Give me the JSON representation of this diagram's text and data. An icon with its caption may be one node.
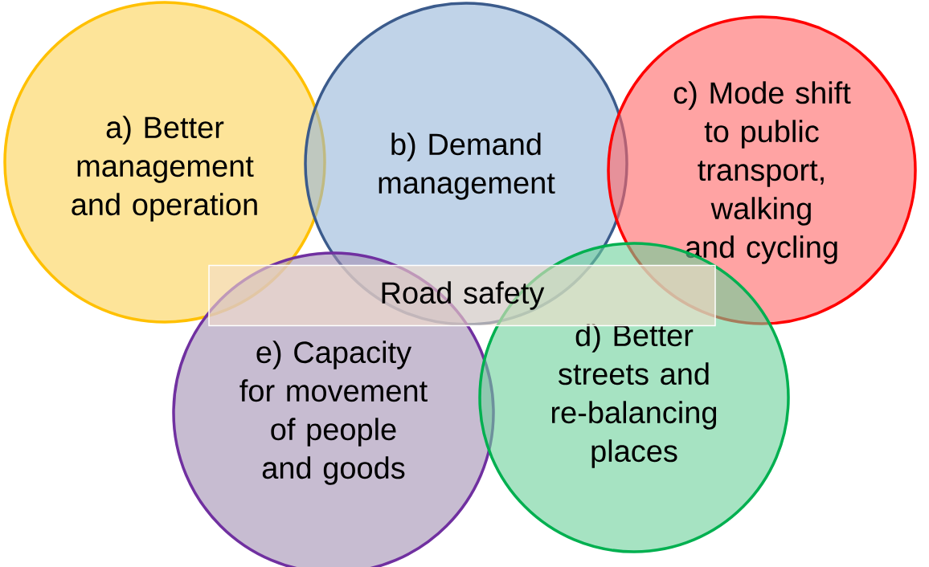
{
  "diagram": {
    "nodes": [
      {
        "text": [
          "a) Better management and operation"
        ]
      },
      {
        "text": [
          "b) Demand management"
        ]
      },
      {
        "text": [
          "c) Mode shift to public transport, walking and cycling"
        ]
      },
      {
        "text": [
          "d) Better streets and re-balancing places"
        ]
      },
      {
        "text": [
          "e) Capacity for movement of people and goods"
        ]
      },
      {
        "text": [
          "Road safety"
        ]
      }
    ]
  }
}
